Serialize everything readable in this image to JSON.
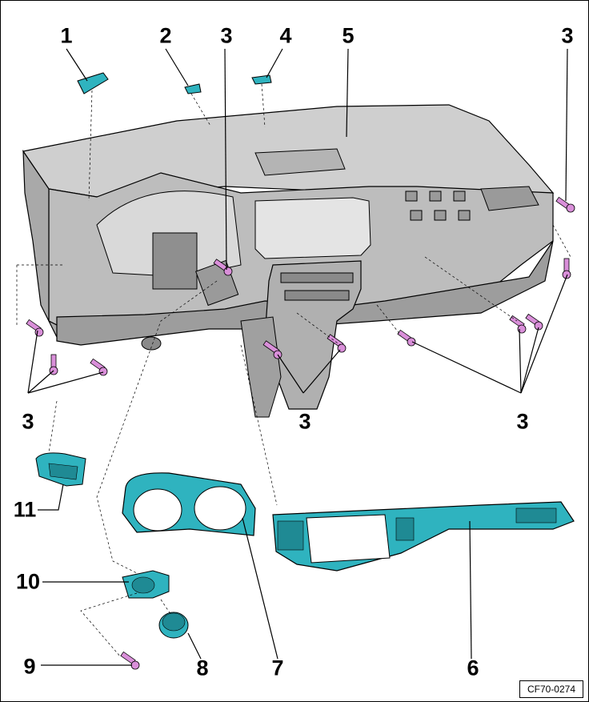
{
  "callouts": {
    "c1": "1",
    "c2": "2",
    "c3_top_center": "3",
    "c4": "4",
    "c5": "5",
    "c3_top_right": "3",
    "c3_left": "3",
    "c3_center": "3",
    "c3_right": "3",
    "c11": "11",
    "c10": "10",
    "c9": "9",
    "c8": "8",
    "c7": "7",
    "c6": "6"
  },
  "reference_code": "CF70-0274",
  "colors": {
    "housing_gray": "#c9c9c9",
    "housing_dark": "#8e8e8e",
    "trim_teal": "#2fb3bf",
    "trim_teal_dark": "#1f8a94",
    "screw_pink": "#d98fd9",
    "outline": "#000000"
  }
}
